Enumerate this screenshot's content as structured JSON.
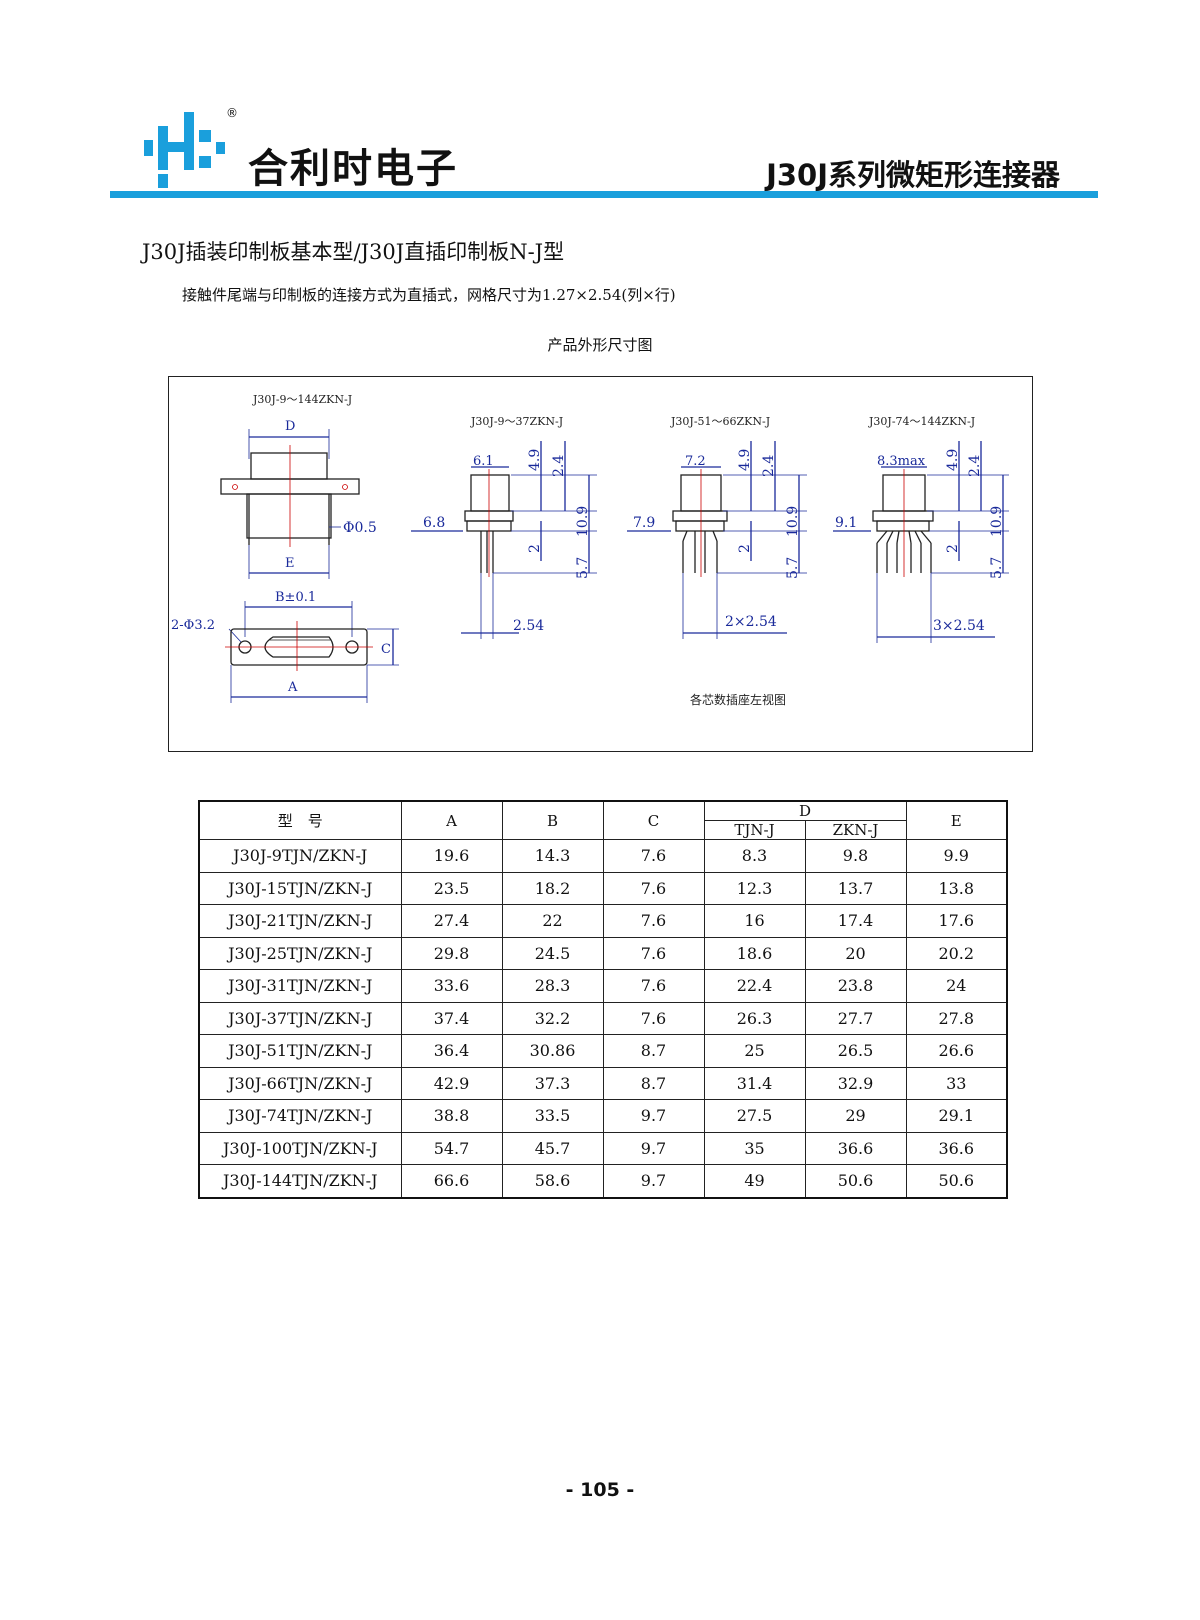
{
  "header": {
    "brand": "合利时电子",
    "registered_mark": "®",
    "series": "J30J系列微矩形连接器",
    "accent_color": "#1a9fdc",
    "logo_icon": "hls-logo-icon"
  },
  "section_title": "J30J插装印制板基本型/J30J直插印制板N-J型",
  "description": "接触件尾端与印制板的连接方式为直插式，网格尺寸为1.27×2.54(列×行)",
  "drawing": {
    "title": "产品外形尺寸图",
    "caption": "各芯数插座左视图",
    "views": [
      {
        "title": "J30J-9～144ZKN-J"
      },
      {
        "title": "J30J-9～37ZKN-J",
        "width_label": "6.1",
        "flange_label": "6.8",
        "pitch_label": "2.54"
      },
      {
        "title": "J30J-51～66ZKN-J",
        "width_label": "7.2",
        "flange_label": "7.9",
        "pitch_label": "2×2.54"
      },
      {
        "title": "J30J-74～144ZKN-J",
        "width_label": "8.3max",
        "flange_label": "9.1",
        "pitch_label": "3×2.54"
      }
    ],
    "front_labels": {
      "d": "D",
      "e": "E",
      "pin_dia": "Φ0.5"
    },
    "bottom_labels": {
      "b": "B±0.1",
      "a": "A",
      "c": "C",
      "holes": "2-Φ3.2"
    },
    "side_labels": {
      "top": "4.9",
      "upper": "2.4",
      "height": "10.9",
      "lower": "5.7",
      "tail": "2"
    }
  },
  "table": {
    "headers": {
      "model": "型　号",
      "a": "A",
      "b": "B",
      "c": "C",
      "d": "D",
      "d_tjn": "TJN-J",
      "d_zkn": "ZKN-J",
      "e": "E"
    },
    "rows": [
      [
        "J30J-9TJN/ZKN-J",
        "19.6",
        "14.3",
        "7.6",
        "8.3",
        "9.8",
        "9.9"
      ],
      [
        "J30J-15TJN/ZKN-J",
        "23.5",
        "18.2",
        "7.6",
        "12.3",
        "13.7",
        "13.8"
      ],
      [
        "J30J-21TJN/ZKN-J",
        "27.4",
        "22",
        "7.6",
        "16",
        "17.4",
        "17.6"
      ],
      [
        "J30J-25TJN/ZKN-J",
        "29.8",
        "24.5",
        "7.6",
        "18.6",
        "20",
        "20.2"
      ],
      [
        "J30J-31TJN/ZKN-J",
        "33.6",
        "28.3",
        "7.6",
        "22.4",
        "23.8",
        "24"
      ],
      [
        "J30J-37TJN/ZKN-J",
        "37.4",
        "32.2",
        "7.6",
        "26.3",
        "27.7",
        "27.8"
      ],
      [
        "J30J-51TJN/ZKN-J",
        "36.4",
        "30.86",
        "8.7",
        "25",
        "26.5",
        "26.6"
      ],
      [
        "J30J-66TJN/ZKN-J",
        "42.9",
        "37.3",
        "8.7",
        "31.4",
        "32.9",
        "33"
      ],
      [
        "J30J-74TJN/ZKN-J",
        "38.8",
        "33.5",
        "9.7",
        "27.5",
        "29",
        "29.1"
      ],
      [
        "J30J-100TJN/ZKN-J",
        "54.7",
        "45.7",
        "9.7",
        "35",
        "36.6",
        "36.6"
      ],
      [
        "J30J-144TJN/ZKN-J",
        "66.6",
        "58.6",
        "9.7",
        "49",
        "50.6",
        "50.6"
      ]
    ]
  },
  "page_number": "- 105 -"
}
